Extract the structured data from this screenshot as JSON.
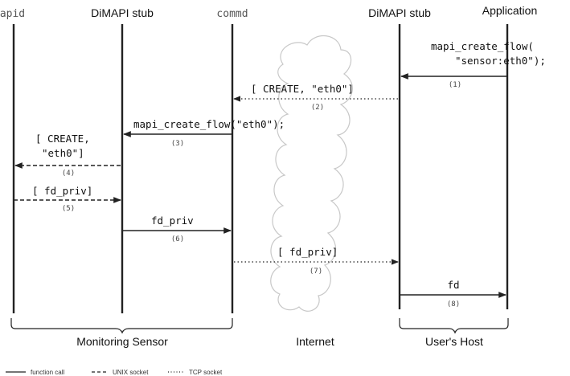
{
  "participants": {
    "mapid": "mapid",
    "sensor_stub": "DiMAPI stub",
    "commd": "commd",
    "host_stub": "DiMAPI stub",
    "application": "Application"
  },
  "messages": {
    "m1_line1": "mapi_create_flow(",
    "m1_line2": "\"sensor:eth0\");",
    "m1_num": "(1)",
    "m2_text": "[ CREATE, \"eth0\"]",
    "m2_num": "(2)",
    "m3_text": "mapi_create_flow(\"eth0\");",
    "m3_num": "(3)",
    "m4_line1": "[ CREATE,",
    "m4_line2": "\"eth0\"]",
    "m4_num": "(4)",
    "m5_text": "[ fd_priv]",
    "m5_num": "(5)",
    "m6_text": "fd_priv",
    "m6_num": "(6)",
    "m7_text": "[ fd_priv]",
    "m7_num": "(7)",
    "m8_text": "fd",
    "m8_num": "(8)"
  },
  "groups": {
    "sensor": "Monitoring Sensor",
    "internet": "Internet",
    "host": "User's Host"
  },
  "legend": {
    "function_call": "function call",
    "unix_socket": "UNIX socket",
    "tcp_socket": "TCP socket"
  },
  "colors": {
    "line": "#222222",
    "text": "#111111",
    "number": "#444444",
    "cloud": "#c8c8c8"
  }
}
